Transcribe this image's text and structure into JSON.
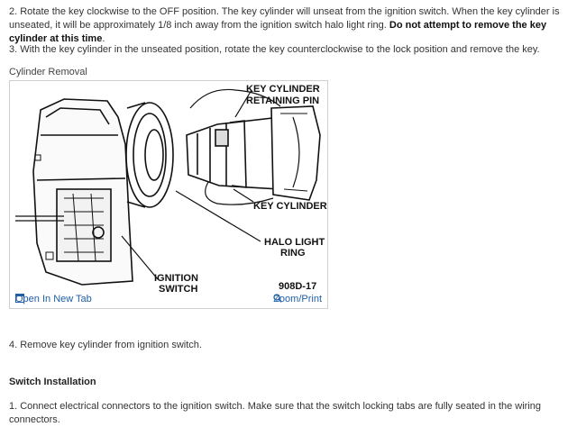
{
  "steps": {
    "step2_text": "2.  Rotate the key clockwise to the OFF position. The key cylinder will unseat from the ignition switch. When the key cylinder is unseated, it will be approximately 1/8 inch away from the ignition switch halo light ring. ",
    "step2_bold": "Do not attempt to remove the key cylinder at this time",
    "step2_end": ".",
    "step3": "3.  With the key cylinder in the unseated position, rotate the key counterclockwise to the lock position and remove the key.",
    "step4": "4.  Remove key cylinder from ignition switch.",
    "step1b": "1.  Connect electrical connectors to the ignition switch. Make sure that the switch locking tabs are fully seated in the wiring connectors."
  },
  "figure": {
    "caption": "Cylinder Removal",
    "labels": {
      "key_cylinder_line1": "KEY CYLINDER",
      "key_cylinder_line2": "RETAINING PIN",
      "key_cylinder": "KEY CYLINDER",
      "halo_line1": "HALO LIGHT",
      "halo_line2": "RING",
      "ignition_line1": "IGNITION",
      "ignition_line2": "SWITCH",
      "code": "908D-17"
    },
    "open_tab": "Open In New Tab",
    "zoom": "Zoom/Print"
  },
  "section": {
    "title": "Switch Installation"
  },
  "colors": {
    "link": "#1f5fa8"
  }
}
